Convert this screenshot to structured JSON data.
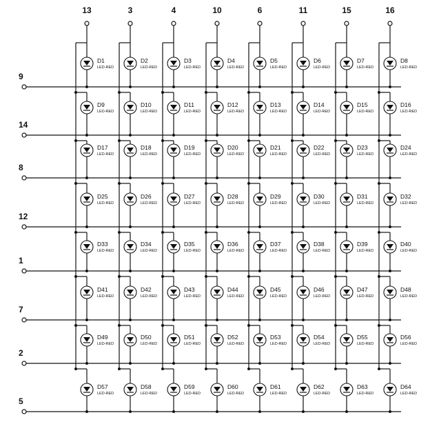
{
  "schematic": {
    "column_pins": [
      "13",
      "3",
      "4",
      "10",
      "6",
      "11",
      "15",
      "16"
    ],
    "row_pins": [
      "9",
      "14",
      "8",
      "12",
      "1",
      "7",
      "2",
      "5"
    ],
    "led_type_label": "LED-RED",
    "led_prefix": "D",
    "led_count": 64
  }
}
